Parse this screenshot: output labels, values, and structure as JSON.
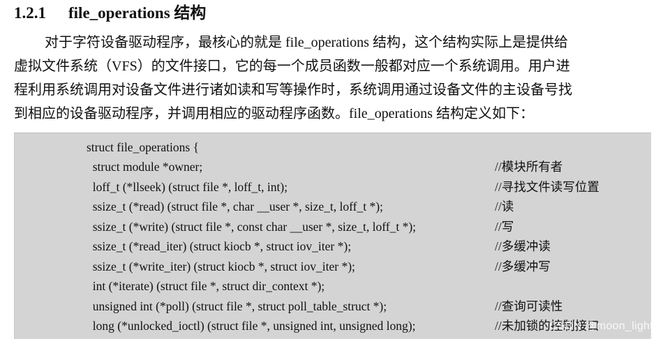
{
  "heading": {
    "number": "1.2.1",
    "title": "file_operations 结构"
  },
  "paragraph": [
    "对于字符设备驱动程序，最核心的就是 file_operations 结构，这个结构实际上是提供给",
    "虚拟文件系统（VFS）的文件接口，它的每一个成员函数一般都对应一个系统调用。用户进",
    "程利用系统调用对设备文件进行诸如读和写等操作时，系统调用通过设备文件的主设备号找",
    "到相应的设备驱动程序，并调用相应的驱动程序函数。file_operations 结构定义如下："
  ],
  "code_lines": [
    {
      "code": "struct file_operations {",
      "comment": ""
    },
    {
      "code": "  struct module *owner;",
      "comment": "//模块所有者"
    },
    {
      "code": "  loff_t (*llseek) (struct file *, loff_t, int);",
      "comment": "//寻找文件读写位置"
    },
    {
      "code": "  ssize_t (*read) (struct file *, char __user *, size_t, loff_t *);",
      "comment": "//读"
    },
    {
      "code": "  ssize_t (*write) (struct file *, const char __user *, size_t, loff_t *);",
      "comment": "//写"
    },
    {
      "code": "  ssize_t (*read_iter) (struct kiocb *, struct iov_iter *);",
      "comment": "//多缓冲读"
    },
    {
      "code": "  ssize_t (*write_iter) (struct kiocb *, struct iov_iter *);",
      "comment": "//多缓冲写"
    },
    {
      "code": "  int (*iterate) (struct file *, struct dir_context *);",
      "comment": ""
    },
    {
      "code": "  unsigned int (*poll) (struct file *, struct poll_table_struct *);",
      "comment": "//查询可读性"
    },
    {
      "code": "  long (*unlocked_ioctl) (struct file *, unsigned int, unsigned long);",
      "comment": "//未加锁的控制接口"
    }
  ],
  "watermark": "CSDN @moon_light"
}
